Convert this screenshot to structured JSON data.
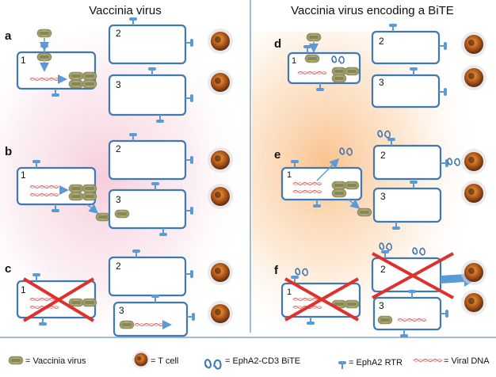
{
  "titles": {
    "left": "Vaccinia virus",
    "right": "Vaccinia virus encoding a BiTE"
  },
  "panels": {
    "a": "a",
    "b": "b",
    "c": "c",
    "d": "d",
    "e": "e",
    "f": "f"
  },
  "cells": {
    "c1": "1",
    "c2": "2",
    "c3": "3"
  },
  "legend": {
    "virus": "= Vaccinia virus",
    "tcell": "= T cell",
    "bite": "= EphA2-CD3 BiTE",
    "receptor": "= EphA2 RTR",
    "dna": "= Viral DNA"
  },
  "colors": {
    "cell_border": "#3f78b5",
    "arrow": "#5b9bd5",
    "cross": "#e0302c",
    "left_glow": "#f6d3de",
    "right_glow": "#fbc896",
    "virus_fill": "#b7b98a"
  }
}
